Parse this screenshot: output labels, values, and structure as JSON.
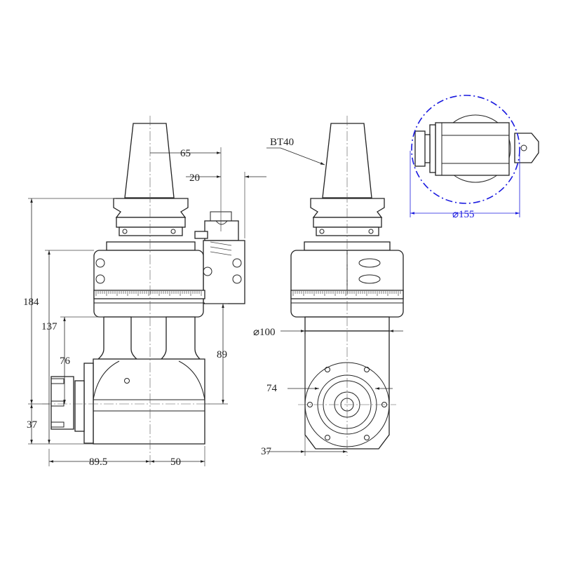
{
  "drawing": {
    "side_view": {
      "dimensions": {
        "offset_65": "65",
        "offset_20": "20",
        "height_184": "184",
        "height_137": "137",
        "height_76": "76",
        "height_89": "89",
        "height_37": "37",
        "width_89_5": "89.5",
        "width_50": "50"
      }
    },
    "front_view": {
      "labels": {
        "taper": "BT40",
        "diameter_100": "⌀100",
        "dim_74": "74",
        "dim_37": "37"
      }
    },
    "top_view": {
      "labels": {
        "swing_diameter": "⌀155"
      },
      "swing_circle_color": "#1a1adf"
    }
  }
}
